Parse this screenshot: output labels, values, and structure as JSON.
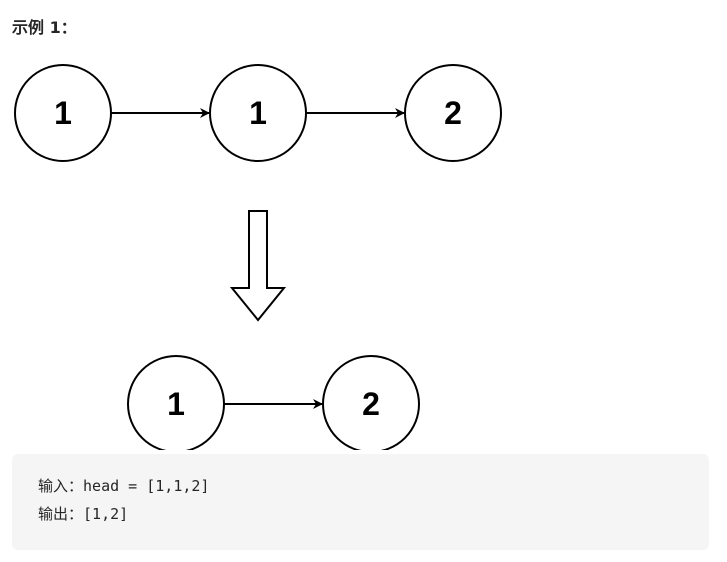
{
  "example": {
    "title": "示例 1："
  },
  "diagram": {
    "before_nodes": [
      "1",
      "1",
      "2"
    ],
    "after_nodes": [
      "1",
      "2"
    ]
  },
  "io": {
    "input_label": "输入：",
    "input_value": "head = [1,1,2]",
    "output_label": "输出：",
    "output_value": "[1,2]"
  }
}
